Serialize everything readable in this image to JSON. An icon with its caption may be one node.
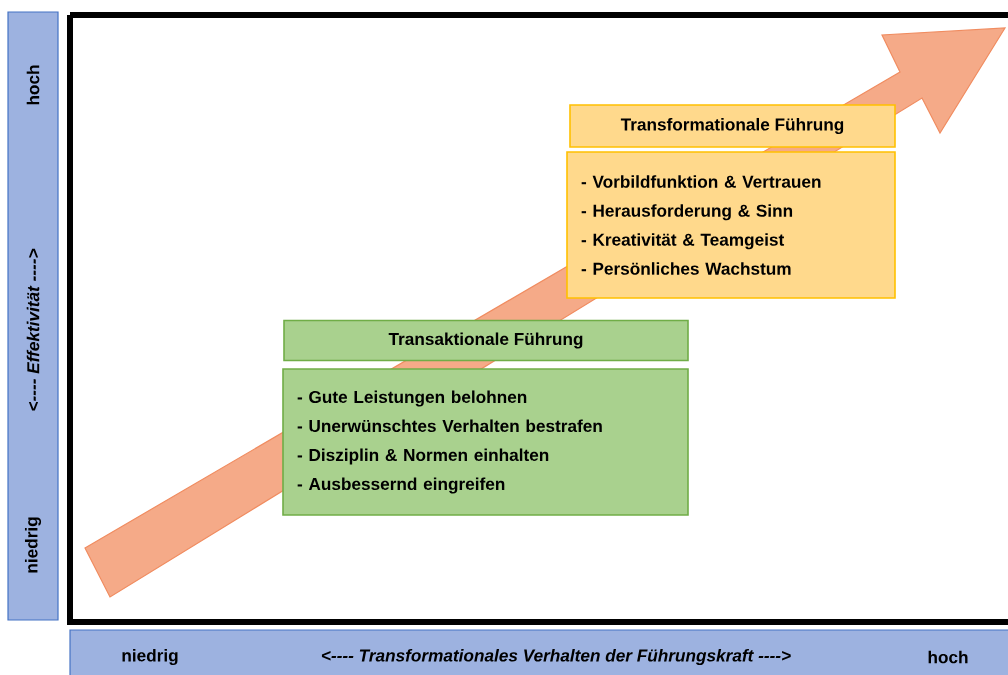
{
  "diagram": {
    "nodes": [
      {
        "text": [
          "hoch",
          "<---- Effektivität ---->",
          "niedrig"
        ]
      },
      {
        "text": [
          "Transformationale Führung"
        ]
      },
      {
        "text": [
          "- Vorbildfunktion & Vertrauen",
          "- Herausforderung & Sinn",
          "- Kreativität & Teamgeist",
          "- Persönliches Wachstum"
        ]
      },
      {
        "text": [
          "Transaktionale Führung"
        ]
      },
      {
        "text": [
          "- Gute Leistungen belohnen",
          "- Unerwünschtes Verhalten bestrafen",
          "- Disziplin & Normen einhalten",
          "- Ausbessernd eingreifen"
        ]
      },
      {
        "text": [
          "niedrig",
          "<---- Transformationales Verhalten der Führungskraft ---->",
          "hoch"
        ]
      }
    ],
    "edges": []
  }
}
